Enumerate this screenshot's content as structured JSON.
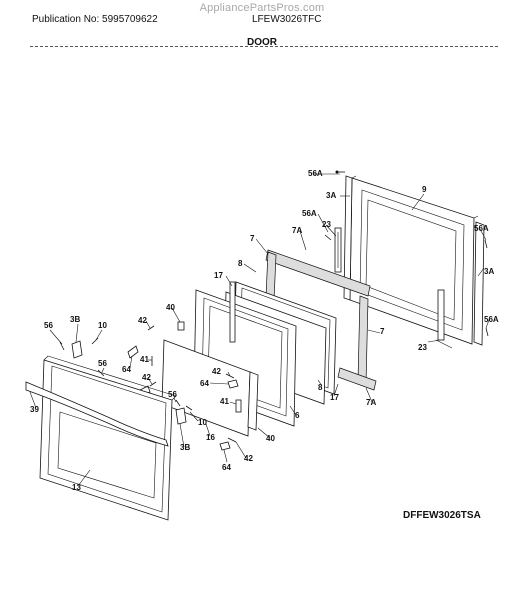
{
  "header": {
    "watermark": "AppliancePartsPros.com",
    "publication": "Publication No: 5995709622",
    "model": "LFEW3026TFC",
    "section_title": "DOOR"
  },
  "diagram_code": "DFFEW3026TSA",
  "callouts": [
    {
      "id": "56A-top",
      "text": "56A"
    },
    {
      "id": "3A-top",
      "text": "3A"
    },
    {
      "id": "9",
      "text": "9"
    },
    {
      "id": "56A-mid",
      "text": "56A"
    },
    {
      "id": "23-top",
      "text": "23"
    },
    {
      "id": "7A-top",
      "text": "7A"
    },
    {
      "id": "7-left",
      "text": "7"
    },
    {
      "id": "56A-right",
      "text": "56A"
    },
    {
      "id": "3A-right",
      "text": "3A"
    },
    {
      "id": "8-top",
      "text": "8"
    },
    {
      "id": "17-left",
      "text": "17"
    },
    {
      "id": "56A-right-low",
      "text": "56A"
    },
    {
      "id": "7-right",
      "text": "7"
    },
    {
      "id": "23-bottom",
      "text": "23"
    },
    {
      "id": "40-top",
      "text": "40"
    },
    {
      "id": "42-a",
      "text": "42"
    },
    {
      "id": "3B-top",
      "text": "3B"
    },
    {
      "id": "10-top",
      "text": "10"
    },
    {
      "id": "56-left",
      "text": "56"
    },
    {
      "id": "56-mid",
      "text": "56"
    },
    {
      "id": "64-a",
      "text": "64"
    },
    {
      "id": "41-a",
      "text": "41"
    },
    {
      "id": "42-b",
      "text": "42"
    },
    {
      "id": "42-c",
      "text": "42"
    },
    {
      "id": "64-b",
      "text": "64"
    },
    {
      "id": "41-b",
      "text": "41"
    },
    {
      "id": "8-bottom",
      "text": "8"
    },
    {
      "id": "17-bottom",
      "text": "17"
    },
    {
      "id": "7A-bottom",
      "text": "7A"
    },
    {
      "id": "39",
      "text": "39"
    },
    {
      "id": "56-low",
      "text": "56"
    },
    {
      "id": "10-low",
      "text": "10"
    },
    {
      "id": "6",
      "text": "6"
    },
    {
      "id": "16",
      "text": "16"
    },
    {
      "id": "40-bottom",
      "text": "40"
    },
    {
      "id": "3B-bottom",
      "text": "3B"
    },
    {
      "id": "42-d",
      "text": "42"
    },
    {
      "id": "64-c",
      "text": "64"
    },
    {
      "id": "13",
      "text": "13"
    }
  ]
}
